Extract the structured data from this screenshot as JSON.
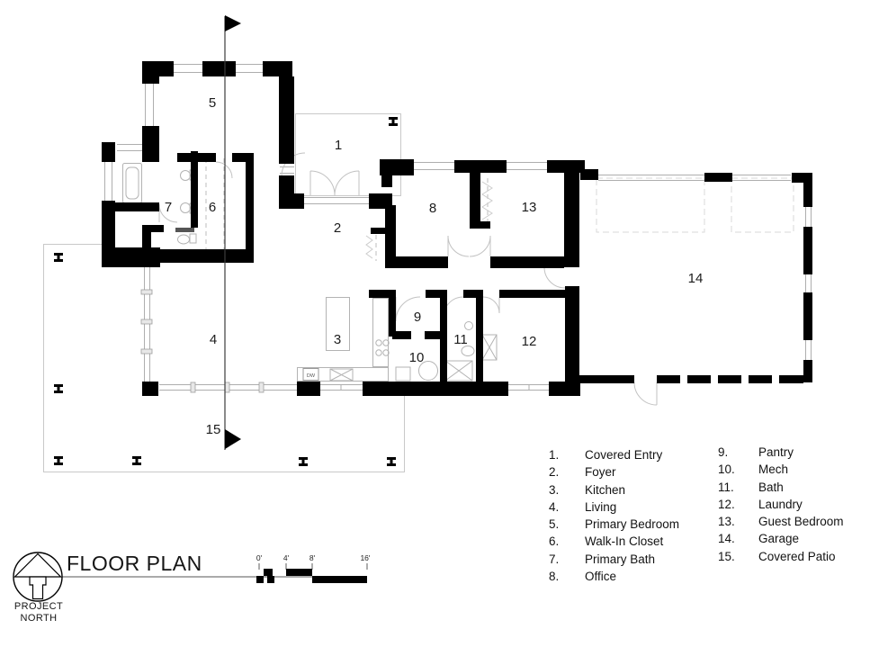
{
  "drawing": {
    "title": "FLOOR PLAN",
    "north_arrow": {
      "line1": "PROJECT",
      "line2": "NORTH"
    },
    "scale_bar": {
      "ticks": [
        "0'",
        "4'",
        "8'",
        "16'"
      ]
    },
    "annotations": {
      "dishwasher": "DW"
    }
  },
  "rooms": [
    {
      "number": "1",
      "list_number": "1.",
      "name": "Covered Entry"
    },
    {
      "number": "2",
      "list_number": "2.",
      "name": "Foyer"
    },
    {
      "number": "3",
      "list_number": "3.",
      "name": "Kitchen"
    },
    {
      "number": "4",
      "list_number": "4.",
      "name": "Living"
    },
    {
      "number": "5",
      "list_number": "5.",
      "name": "Primary Bedroom"
    },
    {
      "number": "6",
      "list_number": "6.",
      "name": "Walk-In Closet"
    },
    {
      "number": "7",
      "list_number": "7.",
      "name": "Primary Bath"
    },
    {
      "number": "8",
      "list_number": "8.",
      "name": "Office"
    },
    {
      "number": "9",
      "list_number": "9.",
      "name": "Pantry"
    },
    {
      "number": "10",
      "list_number": "10.",
      "name": "Mech"
    },
    {
      "number": "11",
      "list_number": "11.",
      "name": "Bath"
    },
    {
      "number": "12",
      "list_number": "12.",
      "name": "Laundry"
    },
    {
      "number": "13",
      "list_number": "13.",
      "name": "Guest Bedroom"
    },
    {
      "number": "14",
      "list_number": "14.",
      "name": "Garage"
    },
    {
      "number": "15",
      "list_number": "15.",
      "name": "Covered Patio"
    }
  ],
  "colors": {
    "wall": "#000000",
    "light_line": "#c7c7c7",
    "fixture_line": "#b3b3b3",
    "section_line": "#3c3c3c"
  }
}
